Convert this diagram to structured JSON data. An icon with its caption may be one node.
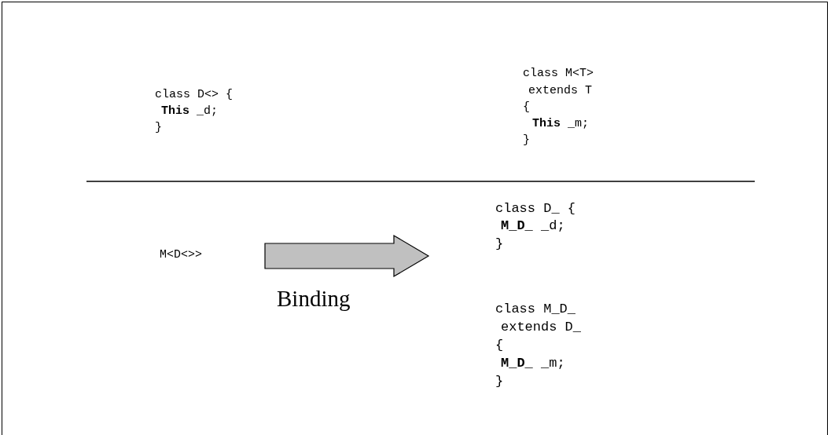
{
  "diagram": {
    "nodes": [
      {
        "text": [
          "M<D<>>"
        ]
      },
      {
        "text": [
          "class D_ {",
          "**M_D_** _d;",
          "}"
        ]
      }
    ],
    "edges": [
      {
        "from": 0,
        "to": 1,
        "arrow": "to",
        "label": "Binding",
        "style": "thick"
      }
    ],
    "labels": [
      "class D<> {",
      "**This** _d;",
      "}",
      "class M<T>",
      "extends T",
      "{",
      "**This** _m;",
      "}",
      "class M_D_",
      "extends D_",
      "{",
      "**M_D_** _m;",
      "}"
    ]
  }
}
